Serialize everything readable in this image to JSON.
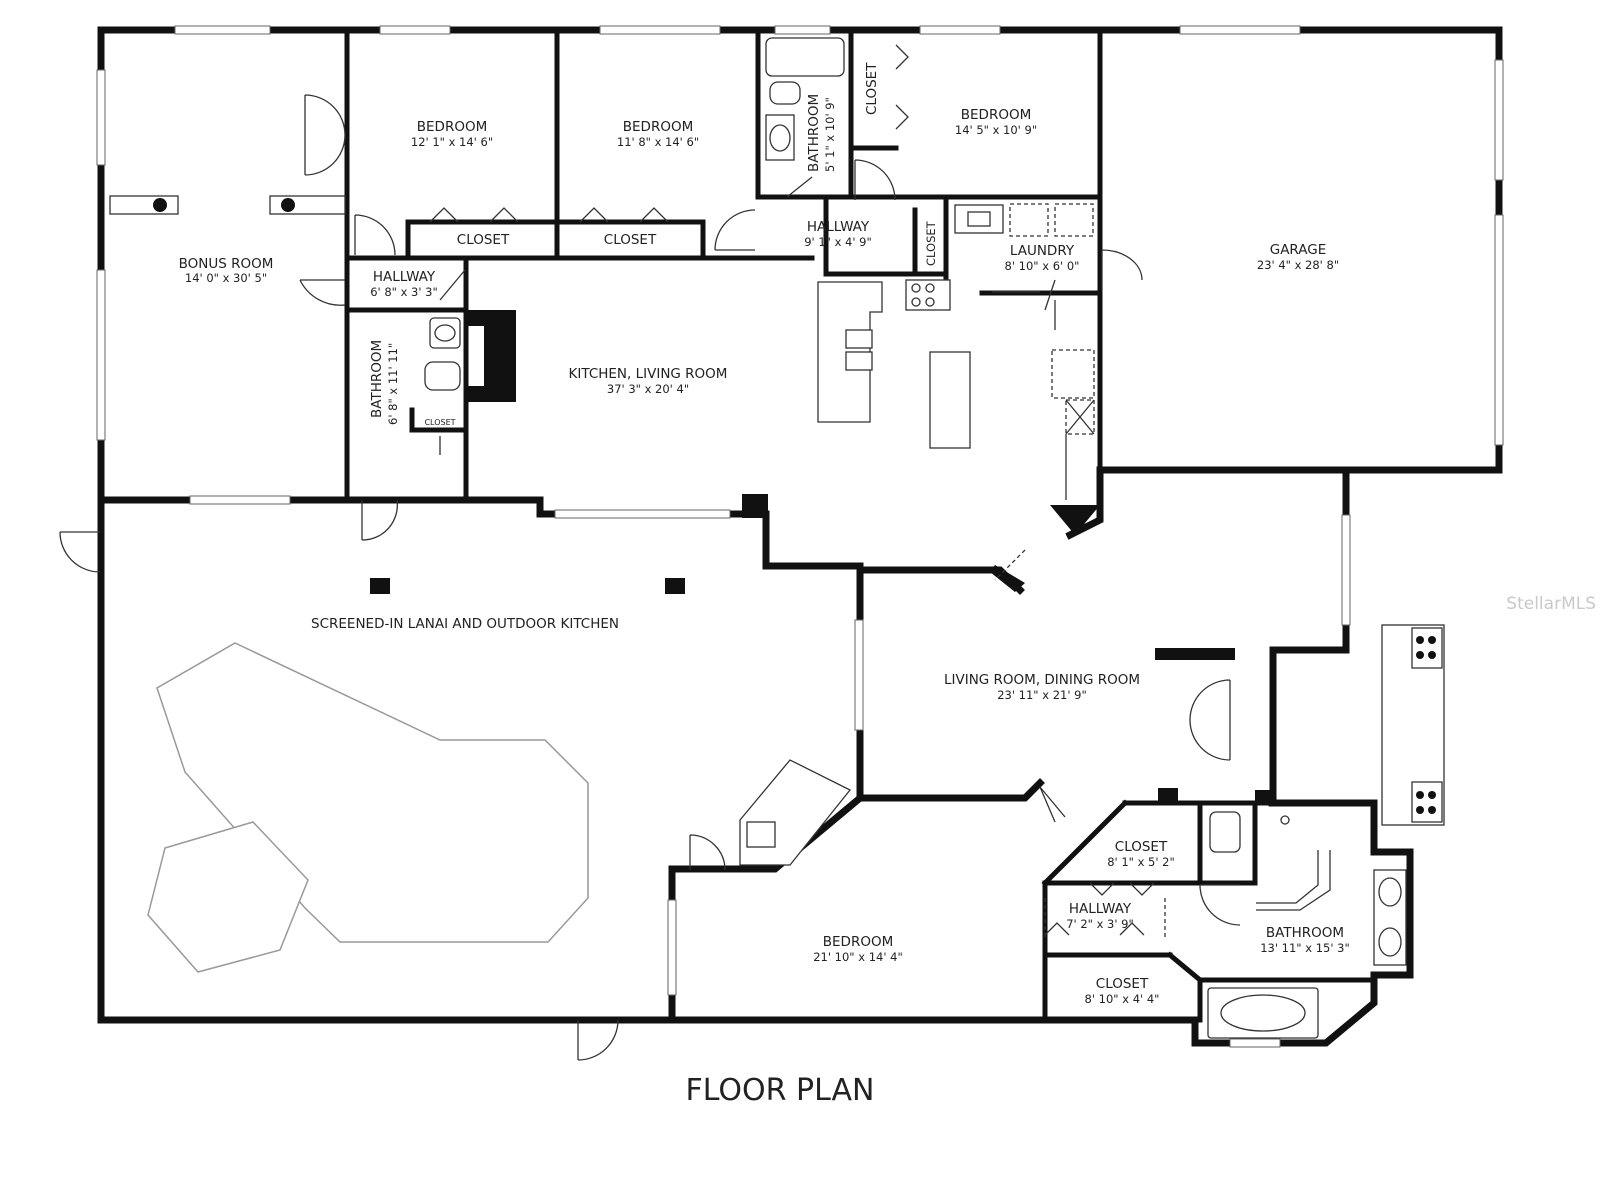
{
  "title": "FLOOR PLAN",
  "watermark": "StellarMLS",
  "rooms": [
    {
      "id": "bonus",
      "name": "BONUS ROOM",
      "dims": "14' 0\" x 30' 5\""
    },
    {
      "id": "bed1",
      "name": "BEDROOM",
      "dims": "12' 1\" x 14' 6\""
    },
    {
      "id": "bed2",
      "name": "BEDROOM",
      "dims": "11' 8\" x 14' 6\""
    },
    {
      "id": "bath1",
      "name": "BATHROOM",
      "dims": "5' 1\" x 10' 9\""
    },
    {
      "id": "bed3",
      "name": "BEDROOM",
      "dims": "14' 5\" x 10' 9\""
    },
    {
      "id": "garage",
      "name": "GARAGE",
      "dims": "23' 4\" x 28' 8\""
    },
    {
      "id": "hall1",
      "name": "HALLWAY",
      "dims": "9' 1\" x 4' 9\""
    },
    {
      "id": "laundry",
      "name": "LAUNDRY",
      "dims": "8' 10\" x 6' 0\""
    },
    {
      "id": "hall2",
      "name": "HALLWAY",
      "dims": "6' 8\" x 3' 3\""
    },
    {
      "id": "bath2",
      "name": "BATHROOM",
      "dims": "6' 8\" x 11' 11\""
    },
    {
      "id": "kitchen",
      "name": "KITCHEN, LIVING ROOM",
      "dims": "37' 3\" x 20' 4\""
    },
    {
      "id": "lanai",
      "name": "SCREENED-IN LANAI AND OUTDOOR KITCHEN",
      "dims": ""
    },
    {
      "id": "living",
      "name": "LIVING ROOM, DINING ROOM",
      "dims": "23' 11\" x 21' 9\""
    },
    {
      "id": "closet_m1",
      "name": "CLOSET",
      "dims": "8' 1\" x 5' 2\""
    },
    {
      "id": "hall3",
      "name": "HALLWAY",
      "dims": "7' 2\" x 3' 9\""
    },
    {
      "id": "closet_m2",
      "name": "CLOSET",
      "dims": "8' 10\" x 4' 4\""
    },
    {
      "id": "bath3",
      "name": "BATHROOM",
      "dims": "13' 11\" x 15' 3\""
    },
    {
      "id": "bed4",
      "name": "BEDROOM",
      "dims": "21' 10\" x 14' 4\""
    }
  ],
  "closets": [
    {
      "id": "c1",
      "name": "CLOSET"
    },
    {
      "id": "c2",
      "name": "CLOSET"
    },
    {
      "id": "c3",
      "name": "CLOSET"
    },
    {
      "id": "c4",
      "name": "CLOSET"
    },
    {
      "id": "c5",
      "name": "CLOSET"
    }
  ]
}
